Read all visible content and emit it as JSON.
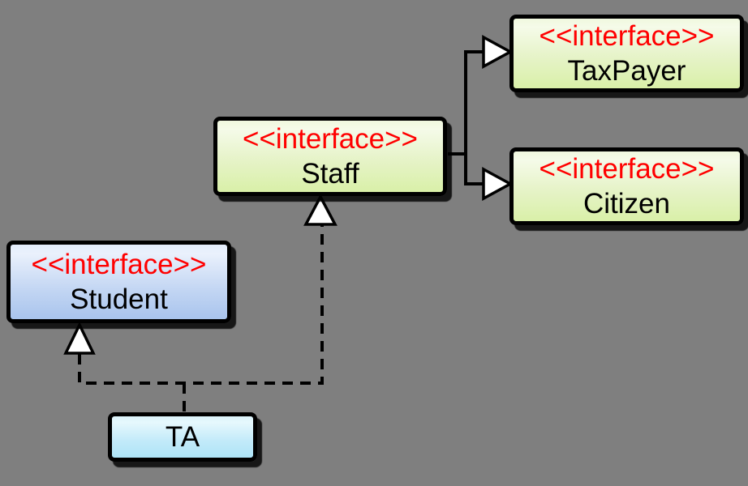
{
  "canvas": {
    "background_color": "#7f7f7f"
  },
  "diagram": {
    "type": "uml-class-diagram",
    "stereotype_color": "#ff0000",
    "name_color": "#000000",
    "nodes": [
      {
        "id": "taxpayer",
        "stereotype": "<<interface>>",
        "name": "TaxPayer",
        "fill_top": "#f0f8de",
        "fill_bottom": "#d9f0a8"
      },
      {
        "id": "staff",
        "stereotype": "<<interface>>",
        "name": "Staff",
        "fill_top": "#f0f8de",
        "fill_bottom": "#d9f0a8"
      },
      {
        "id": "citizen",
        "stereotype": "<<interface>>",
        "name": "Citizen",
        "fill_top": "#f0f8de",
        "fill_bottom": "#d9f0a8"
      },
      {
        "id": "student",
        "stereotype": "<<interface>>",
        "name": "Student",
        "fill_top": "#e3ecfb",
        "fill_bottom": "#a9c4ed"
      },
      {
        "id": "ta",
        "name": "TA",
        "fill_top": "#dcf4fb",
        "fill_bottom": "#aee4f7"
      }
    ],
    "edges": [
      {
        "from": "Staff",
        "to": "TaxPayer",
        "line": "solid",
        "arrow": "hollow-triangle"
      },
      {
        "from": "Staff",
        "to": "Citizen",
        "line": "solid",
        "arrow": "hollow-triangle"
      },
      {
        "from": "TA",
        "to": "Staff",
        "line": "dashed",
        "arrow": "hollow-triangle"
      },
      {
        "from": "TA",
        "to": "Student",
        "line": "dashed",
        "arrow": "hollow-triangle"
      }
    ]
  }
}
